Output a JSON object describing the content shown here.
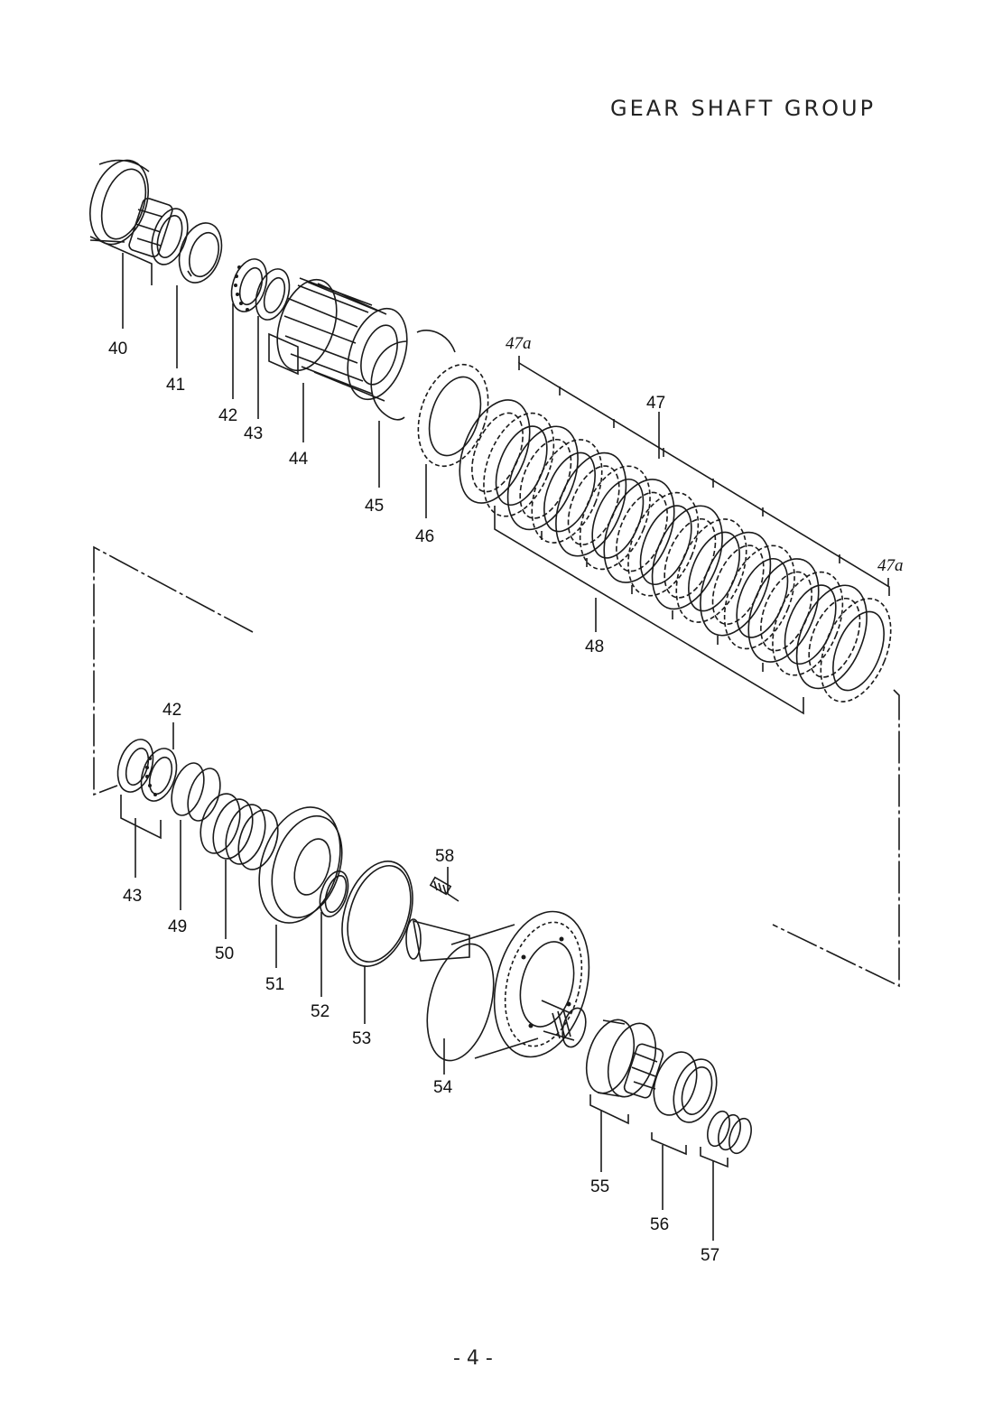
{
  "header": {
    "title": "GEAR SHAFT GROUP"
  },
  "footer": {
    "page_number": "- 4 -"
  },
  "callouts": {
    "c40": "40",
    "c41": "41",
    "c42a": "42",
    "c43a": "43",
    "c44": "44",
    "c45": "45",
    "c46": "46",
    "c47a_top": "47a",
    "c47": "47",
    "c47a_right": "47a",
    "c48": "48",
    "c42b": "42",
    "c43b": "43",
    "c49": "49",
    "c50": "50",
    "c51": "51",
    "c52": "52",
    "c53": "53",
    "c54": "54",
    "c55": "55",
    "c56": "56",
    "c57": "57",
    "c58": "58"
  }
}
